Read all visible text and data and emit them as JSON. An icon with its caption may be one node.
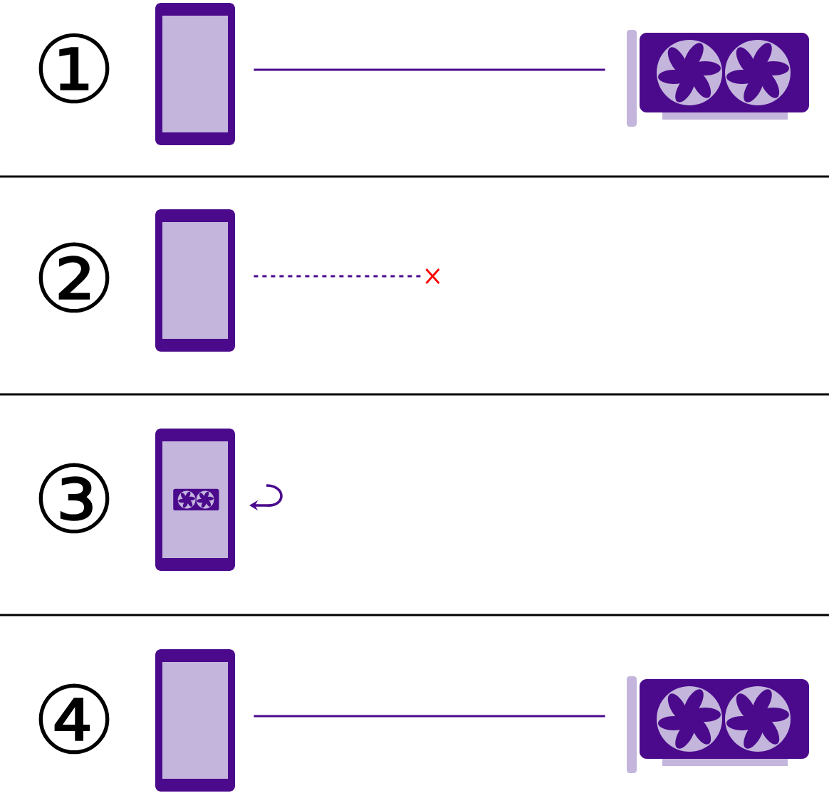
{
  "diagram": {
    "nodes": [
      {
        "text": [],
        "shape": "phone"
      },
      {
        "text": [],
        "shape": "picture"
      },
      {
        "text": [],
        "shape": "phone"
      },
      {
        "text": [],
        "shape": "phone"
      },
      {
        "text": [],
        "shape": "picture",
        "in": 3
      },
      {
        "text": [],
        "shape": "phone"
      },
      {
        "text": [],
        "shape": "picture"
      }
    ],
    "edges": [
      {
        "from": 0,
        "to": 1,
        "arrow": "none"
      },
      {
        "from": 2,
        "to": null,
        "arrow": "none",
        "style": "dashed"
      },
      {
        "from": 5,
        "to": 6,
        "arrow": "none"
      }
    ],
    "labels": [
      "①",
      "②",
      "③",
      "④"
    ]
  }
}
